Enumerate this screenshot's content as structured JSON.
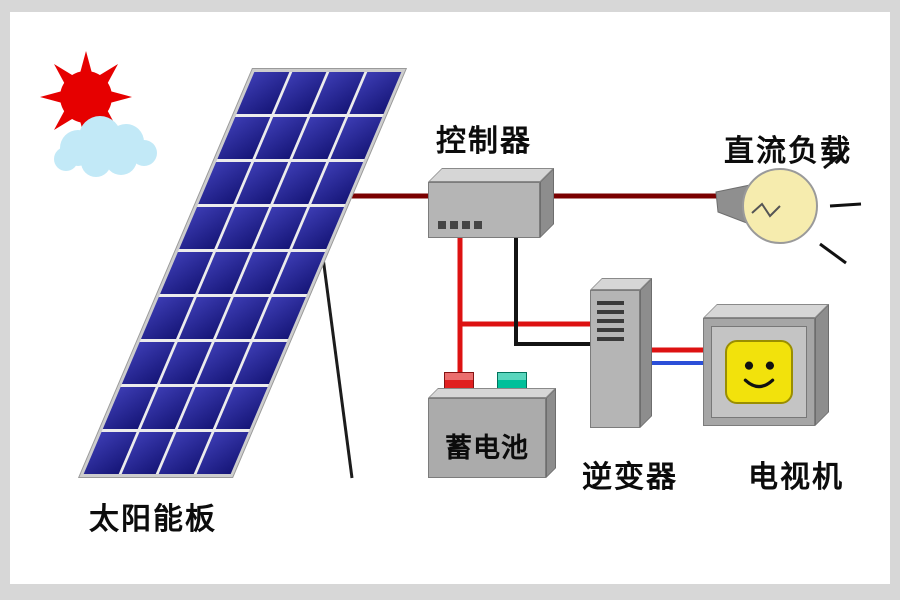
{
  "labels": {
    "solar_panel": "太阳能板",
    "controller": "控制器",
    "dc_load": "直流负载",
    "battery": "蓄电池",
    "inverter": "逆变器",
    "tv": "电视机"
  },
  "diagram": {
    "solar_panel": {
      "rows": 9,
      "cols": 4
    }
  },
  "icons": {
    "sun": "sun-icon",
    "cloud": "cloud-icon",
    "bulb": "light-bulb-icon",
    "smiley": "smiley-face-icon"
  },
  "colors": {
    "sun": "#e60000",
    "cloud": "#c2e9f7",
    "panel_cell": "#1c1c8a",
    "wire_main": "#7a0000",
    "wire_red": "#dd1111",
    "wire_black": "#141414",
    "wire_blue": "#2b4fd8",
    "bulb": "#f6ecae",
    "terminal_red": "#e02020",
    "terminal_green": "#00c09a",
    "tv_screen": "#f2e20c",
    "device_gray": "#b5b5b5"
  }
}
